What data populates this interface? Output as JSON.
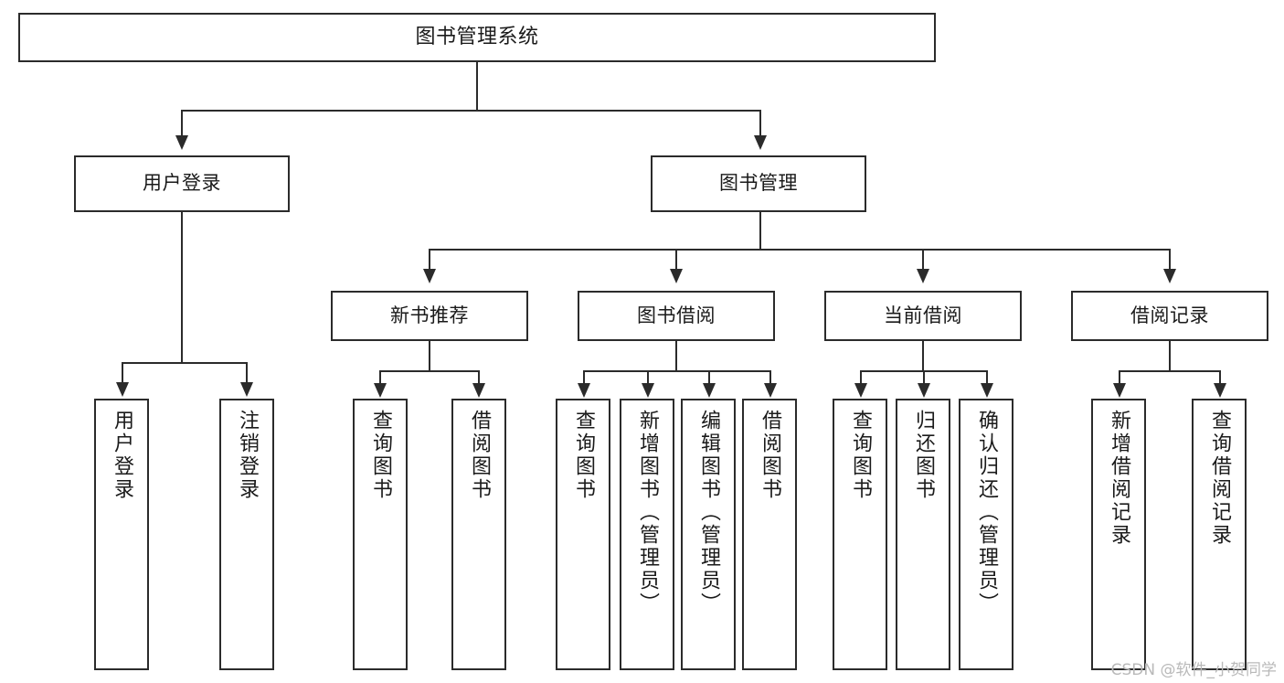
{
  "diagram": {
    "type": "tree-hierarchy",
    "title": "图书管理系统",
    "watermark": "CSDN @软件_小贺同学",
    "colors": {
      "stroke": "#2b2b2b",
      "fill": "#ffffff",
      "text": "#1a1a1a",
      "watermark": "#b9b9b9"
    },
    "root": {
      "label": "图书管理系统"
    },
    "level2": [
      {
        "id": "user-login",
        "label": "用户登录"
      },
      {
        "id": "book-manage",
        "label": "图书管理"
      }
    ],
    "level3": [
      {
        "id": "new-book-recommend",
        "label": "新书推荐"
      },
      {
        "id": "book-borrow",
        "label": "图书借阅"
      },
      {
        "id": "current-borrow",
        "label": "当前借阅"
      },
      {
        "id": "borrow-record",
        "label": "借阅记录"
      }
    ],
    "leaves": {
      "user_login": [
        {
          "id": "leaf-user-login",
          "label": "用户登录"
        },
        {
          "id": "leaf-logout-login",
          "label": "注销登录"
        }
      ],
      "new_book_recommend": [
        {
          "id": "leaf-query-book-1",
          "label": "查询图书"
        },
        {
          "id": "leaf-borrow-book-1",
          "label": "借阅图书"
        }
      ],
      "book_borrow": [
        {
          "id": "leaf-query-book-2",
          "label": "查询图书"
        },
        {
          "id": "leaf-add-book",
          "label": "新增图书（管理员）"
        },
        {
          "id": "leaf-edit-book",
          "label": "编辑图书（管理员）"
        },
        {
          "id": "leaf-borrow-book-2",
          "label": "借阅图书"
        }
      ],
      "current_borrow": [
        {
          "id": "leaf-query-book-3",
          "label": "查询图书"
        },
        {
          "id": "leaf-return-book",
          "label": "归还图书"
        },
        {
          "id": "leaf-confirm-return",
          "label": "确认归还（管理员）"
        }
      ],
      "borrow_record": [
        {
          "id": "leaf-add-record",
          "label": "新增借阅记录"
        },
        {
          "id": "leaf-query-record",
          "label": "查询借阅记录"
        }
      ]
    }
  }
}
